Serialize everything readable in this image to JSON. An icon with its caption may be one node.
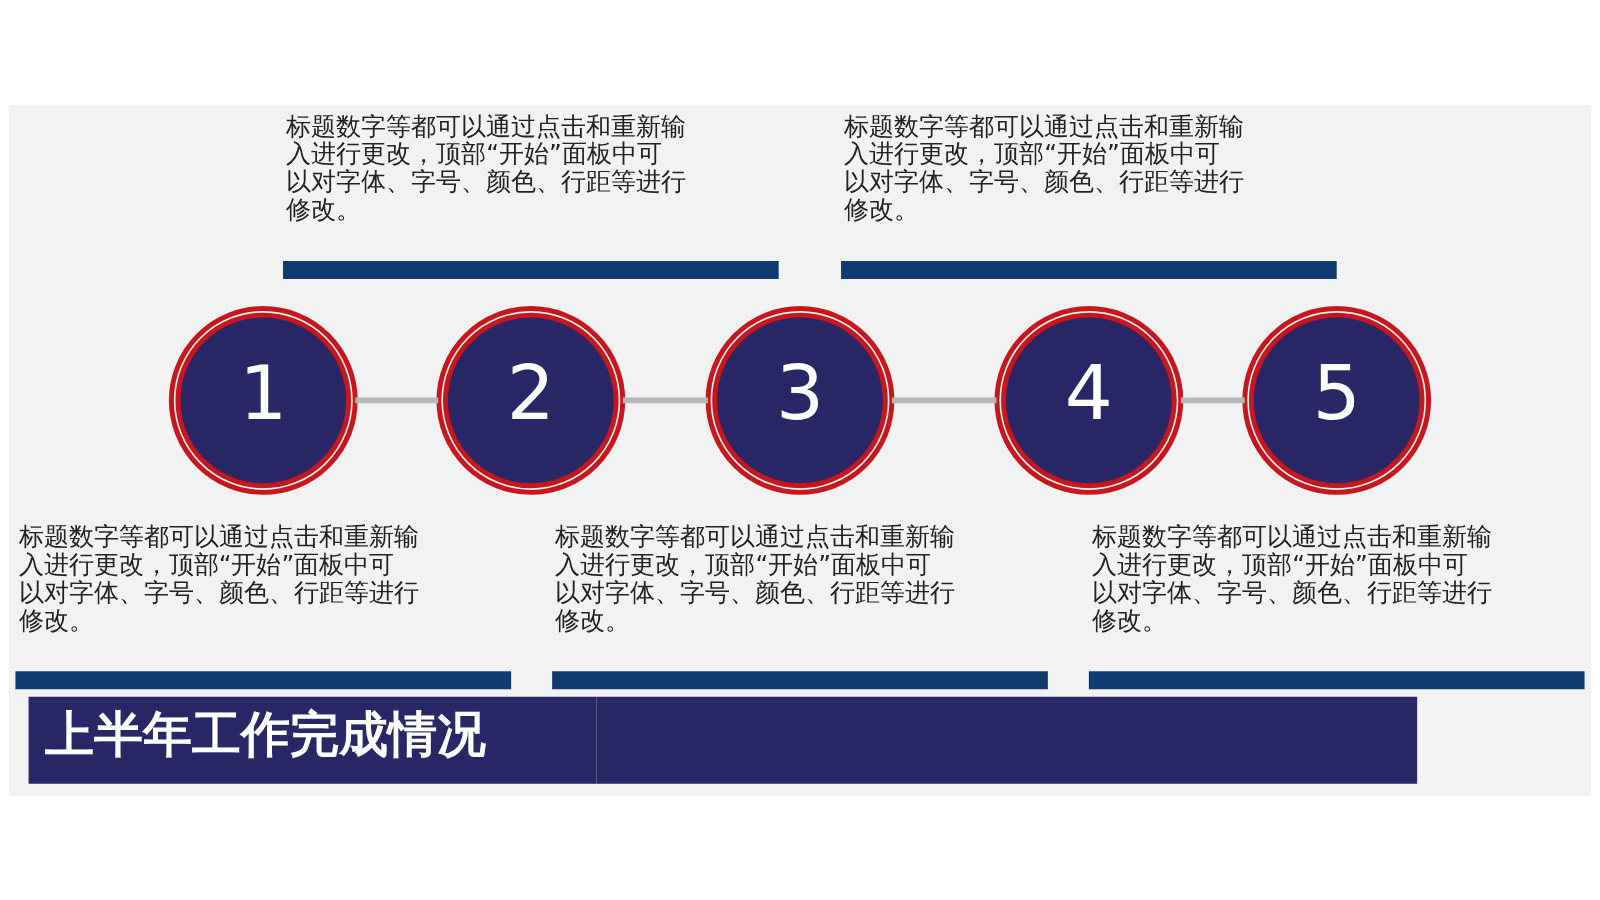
{
  "diagram": {
    "title": "上半年工作完成情况",
    "nodes": [
      {
        "text": [
          "1"
        ],
        "beside": [
          "标题数字等都可以通过点击和重新输入进行更改，顶部“开始”面板中可以对字体、字号、颜色、行距等进行修改。"
        ]
      },
      {
        "text": [
          "2"
        ],
        "beside": [
          "标题数字等都可以通过点击和重新输入进行更改，顶部“开始”面板中可以对字体、字号、颜色、行距等进行修改。"
        ]
      },
      {
        "text": [
          "3"
        ],
        "beside": [
          "标题数字等都可以通过点击和重新输入进行更改，顶部“开始”面板中可以对字体、字号、颜色、行距等进行修改。"
        ]
      },
      {
        "text": [
          "4"
        ],
        "beside": [
          "标题数字等都可以通过点击和重新输入进行更改，顶部“开始”面板中可以对字体、字号、颜色、行距等进行修改。"
        ]
      },
      {
        "text": [
          "5"
        ],
        "beside": [
          "标题数字等都可以通过点击和重新输入进行更改，顶部“开始”面板中可以对字体、字号、颜色、行距等进行修改。"
        ]
      }
    ],
    "edges": [
      {
        "from": 0,
        "to": 1,
        "arrow": "none"
      },
      {
        "from": 1,
        "to": 2,
        "arrow": "none"
      },
      {
        "from": 2,
        "to": 3,
        "arrow": "none"
      },
      {
        "from": 3,
        "to": 4,
        "arrow": "none"
      }
    ]
  }
}
